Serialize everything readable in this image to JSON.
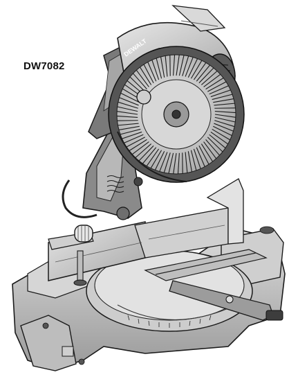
{
  "model": {
    "label": "DW7082"
  },
  "illustration": {
    "subject": "miter-saw",
    "brand_text": "DEWALT",
    "colors": {
      "outline": "#1a1a1a",
      "light_metal": "#d9d9d9",
      "mid_metal": "#b3b3b3",
      "dark_metal": "#6e6e6e",
      "shadow": "#4a4a4a",
      "blade": "#c8c8c8"
    }
  }
}
